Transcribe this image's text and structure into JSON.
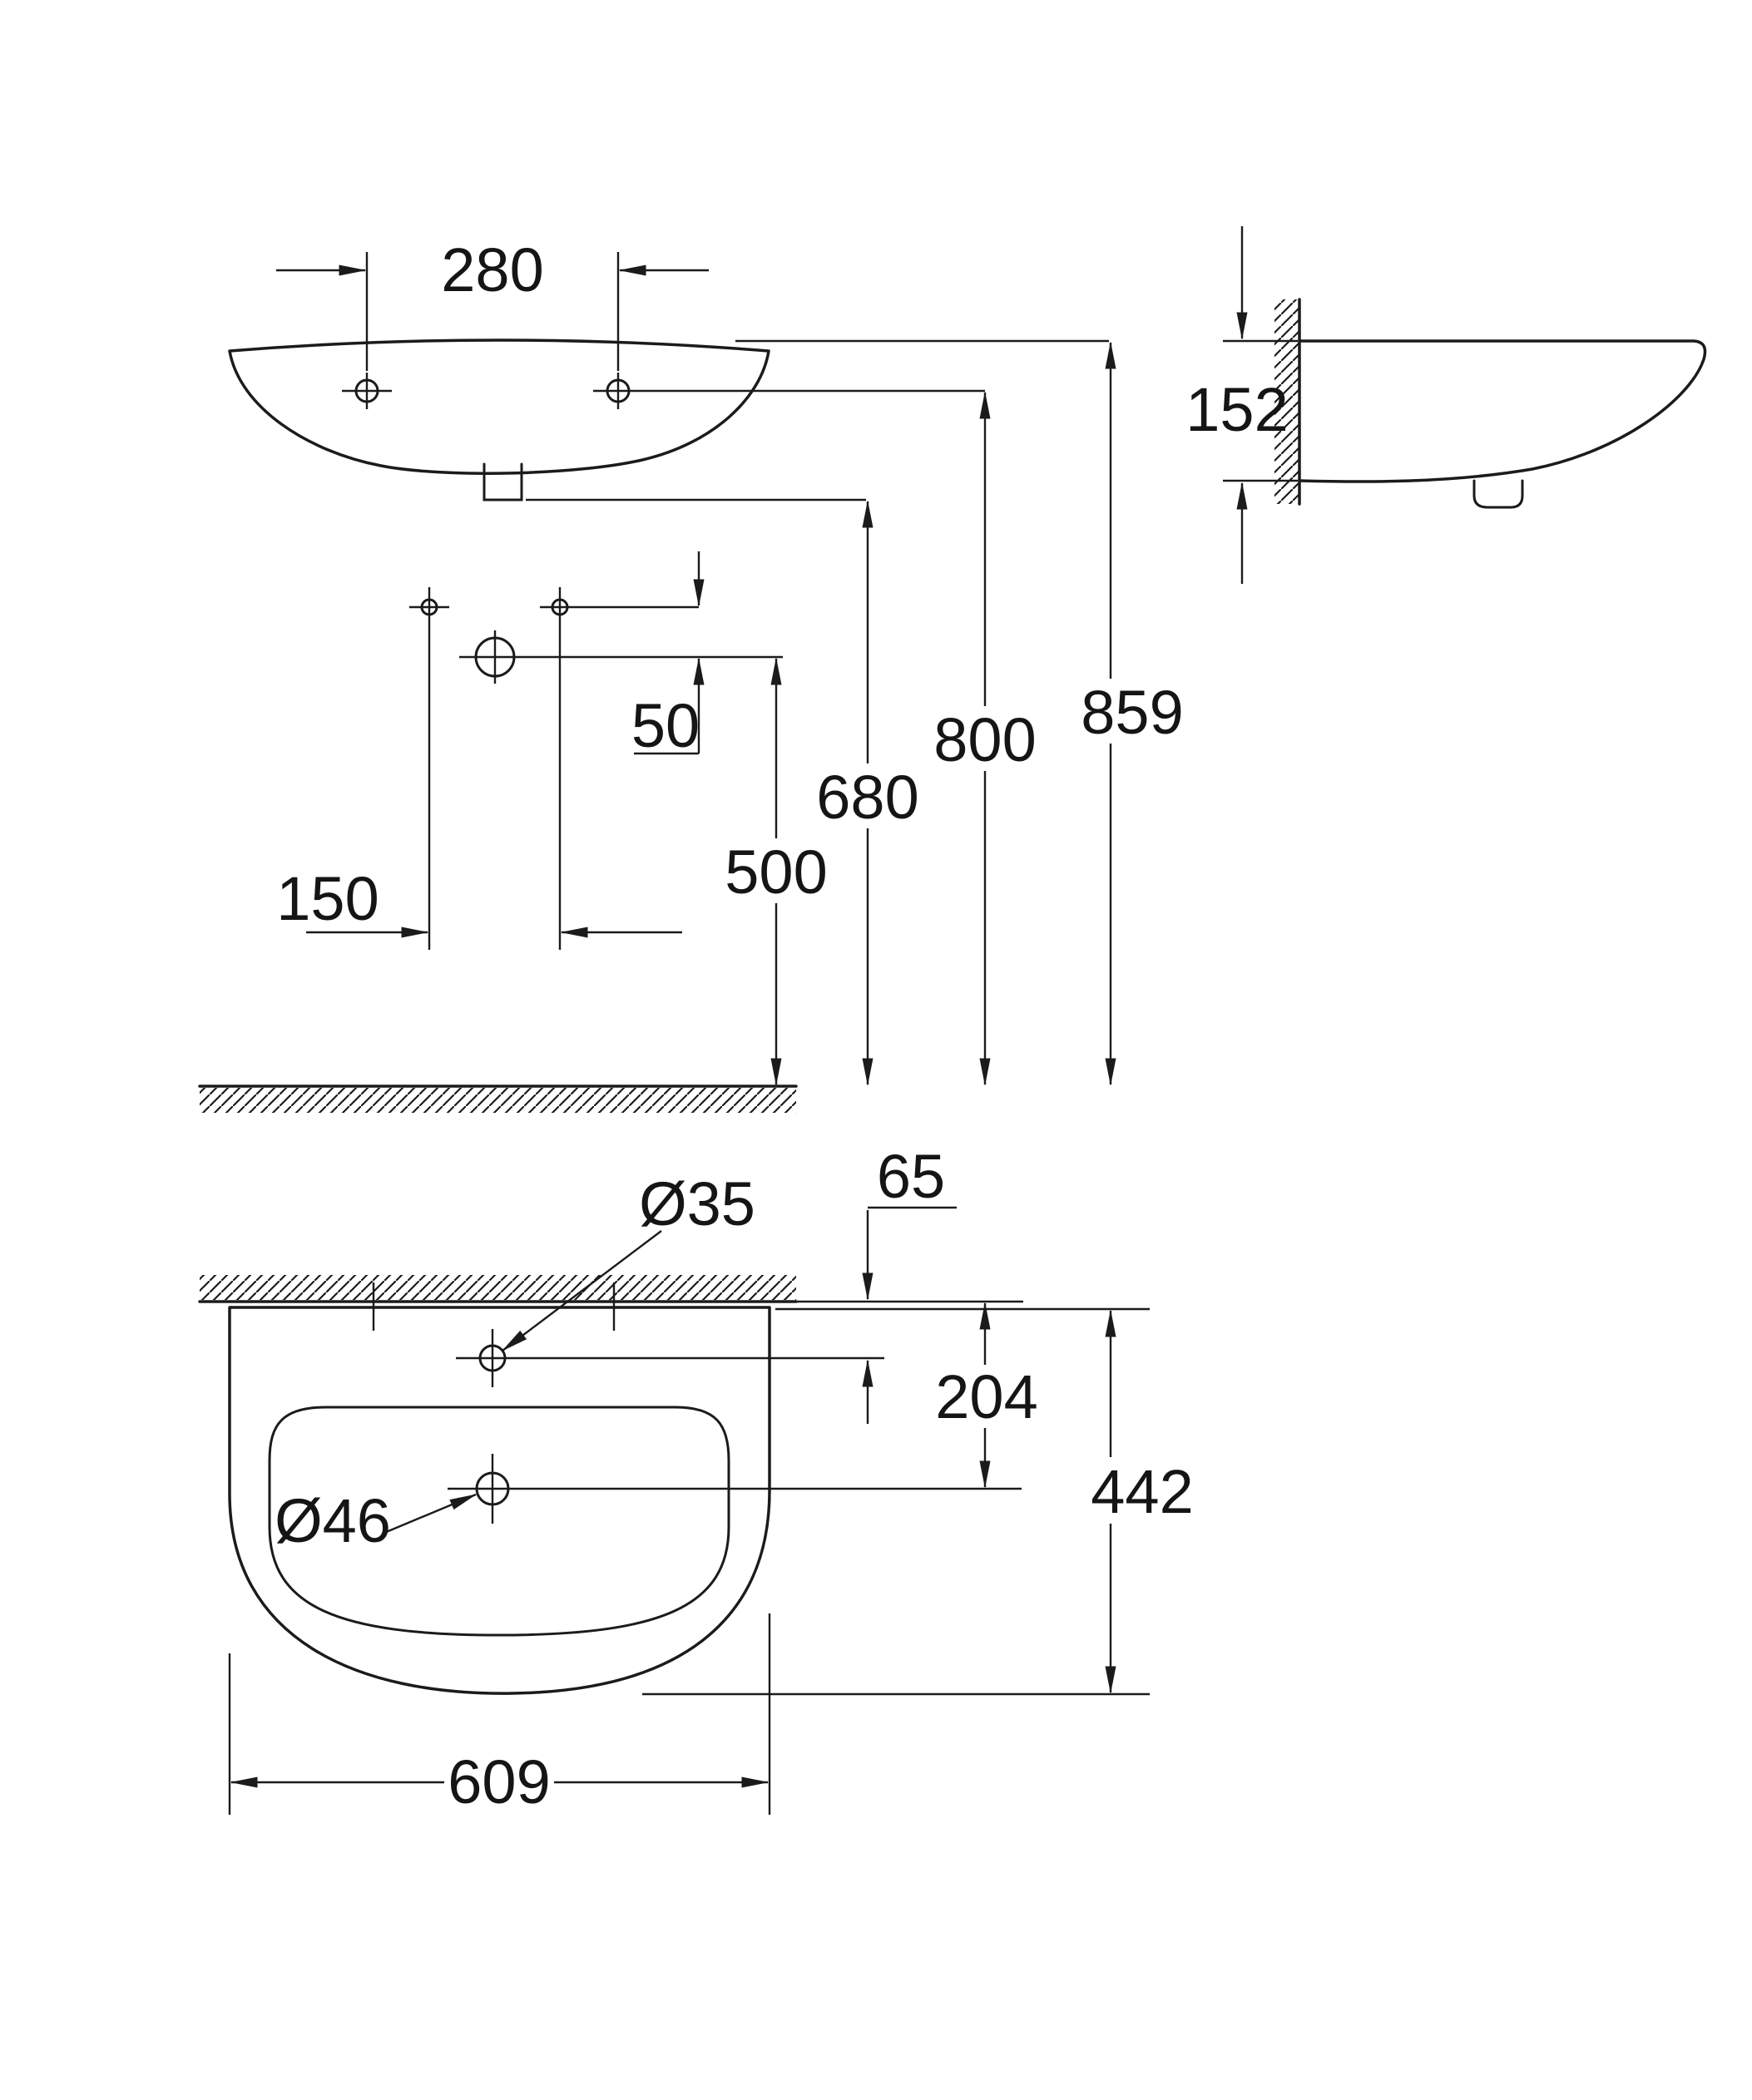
{
  "colors": {
    "background": "#ffffff",
    "ink": "#1b1b1b"
  },
  "drawing_type": "washbasin installation dimension drawing",
  "dimensions": {
    "front_view": {
      "tap_hole_spacing": "280",
      "fixing_hole_spacing": "150",
      "fixing_to_outlet": "50",
      "outlet_height": "500",
      "underside_height": "680",
      "tap_hole_height": "800",
      "rim_height": "859"
    },
    "side_view": {
      "basin_height": "152"
    },
    "plan_view": {
      "tap_hole_to_wall": "65",
      "outlet_to_wall": "204",
      "depth": "442",
      "width": "609",
      "tap_hole_diameter": "Ø35",
      "outlet_diameter": "Ø46"
    }
  }
}
